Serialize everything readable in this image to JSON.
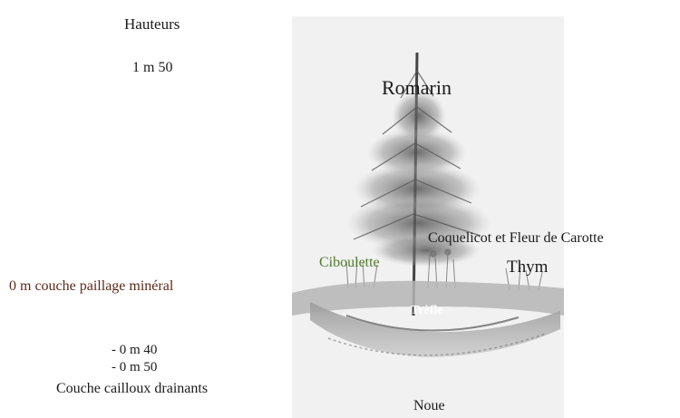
{
  "heights_title": "Hauteurs",
  "height_top": "1 m 50",
  "height_zero": "0 m couche paillage minéral",
  "depth_1": "- 0 m 40",
  "depth_2": "- 0 m 50",
  "drain_layer": "Couche cailloux drainants",
  "plants": {
    "romarin": "Romarin",
    "coquelicot": "Coquelicot et Fleur de Carotte",
    "ciboulette": "Ciboulette",
    "thym": "Thym",
    "trefle": "Trèfle"
  },
  "noue": "Noue",
  "colors": {
    "ciboulette": "#4e7a2a",
    "zero_label": "#5a2a1a",
    "trefle": "#ffffff"
  }
}
